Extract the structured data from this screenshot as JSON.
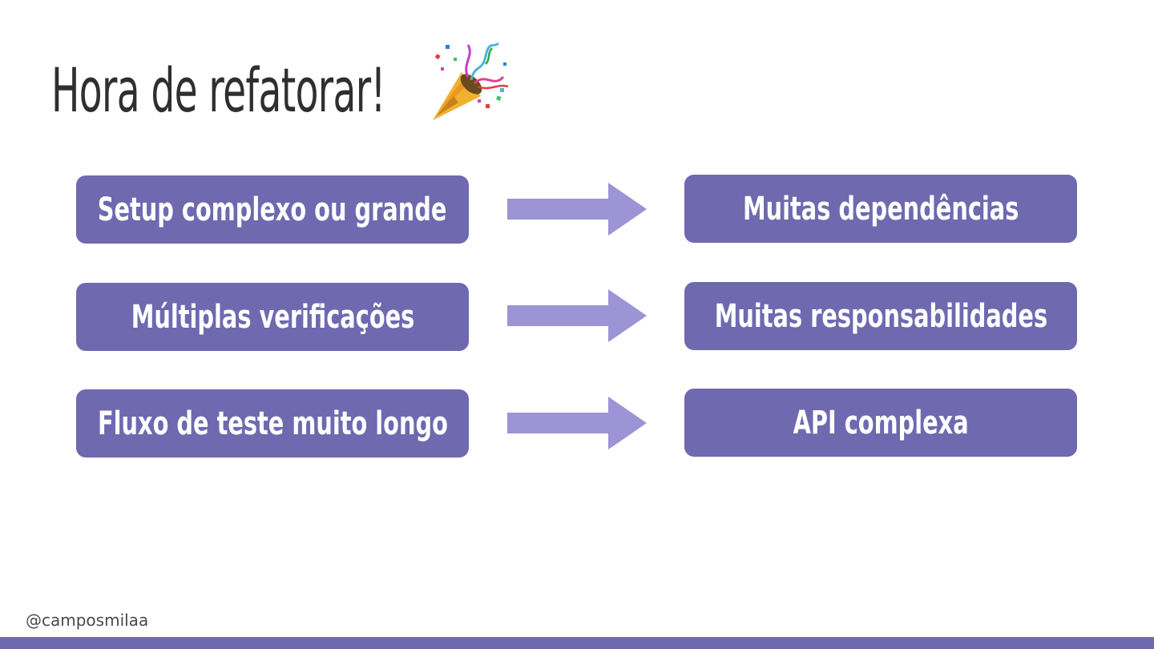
{
  "slide": {
    "title": "Hora de refatorar!",
    "title_emoji": "party-popper-icon",
    "rows": [
      {
        "cause": "Setup complexo ou grande",
        "effect": "Muitas dependências"
      },
      {
        "cause": "Múltiplas verificações",
        "effect": "Muitas responsabilidades"
      },
      {
        "cause": "Fluxo de teste muito longo",
        "effect": "API complexa"
      }
    ],
    "footer_handle": "@camposmilaa"
  },
  "colors": {
    "box": "#6f69b0",
    "arrow": "#9c94d4",
    "title": "#2f2f2f",
    "bar": "#6f69b0"
  }
}
